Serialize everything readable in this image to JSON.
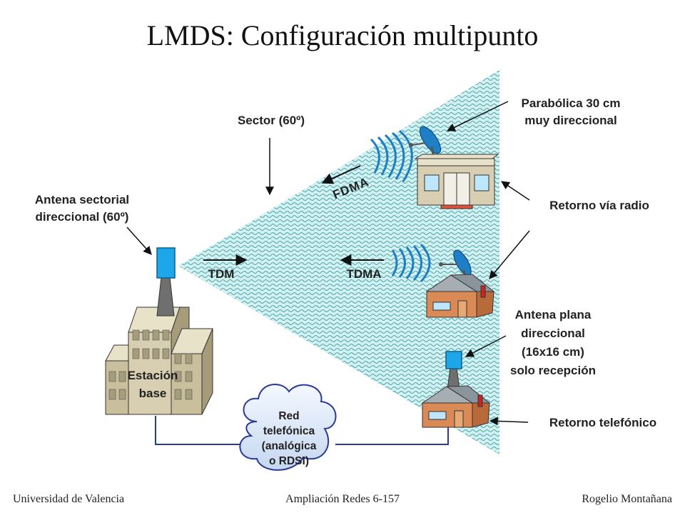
{
  "title": "LMDS: Configuración multipunto",
  "labels": {
    "sector": "Sector (60º)",
    "parabolic": "Parabólica 30 cm\nmuy direccional",
    "return_radio": "Retorno vía radio",
    "sector_antenna": "Antena sectorial\ndireccional (60º)",
    "fdma": "FDMA",
    "tdm": "TDM",
    "tdma": "TDMA",
    "flat_antenna": "Antena plana\ndireccional\n(16x16 cm)\nsolo recepción",
    "base_station": "Estación\nbase",
    "phone_network": "Red\ntelefónica\n(analógica\no RDSI)",
    "return_phone": "Retorno telefónico"
  },
  "footer": {
    "left": "Universidad de Valencia",
    "center": "Ampliación Redes 6-157",
    "right": "Rogelio Montañana"
  },
  "colors": {
    "sector_fill": "#d6f0f0",
    "sector_wave": "#3fa9b3",
    "antenna_blue": "#1ea7e8",
    "dish_blue": "#1e7fc6",
    "house_orange": "#d98a55",
    "roof_gray": "#8a949c",
    "building_beige": "#d8cfb2",
    "wire_blue": "#2a3a9a"
  }
}
